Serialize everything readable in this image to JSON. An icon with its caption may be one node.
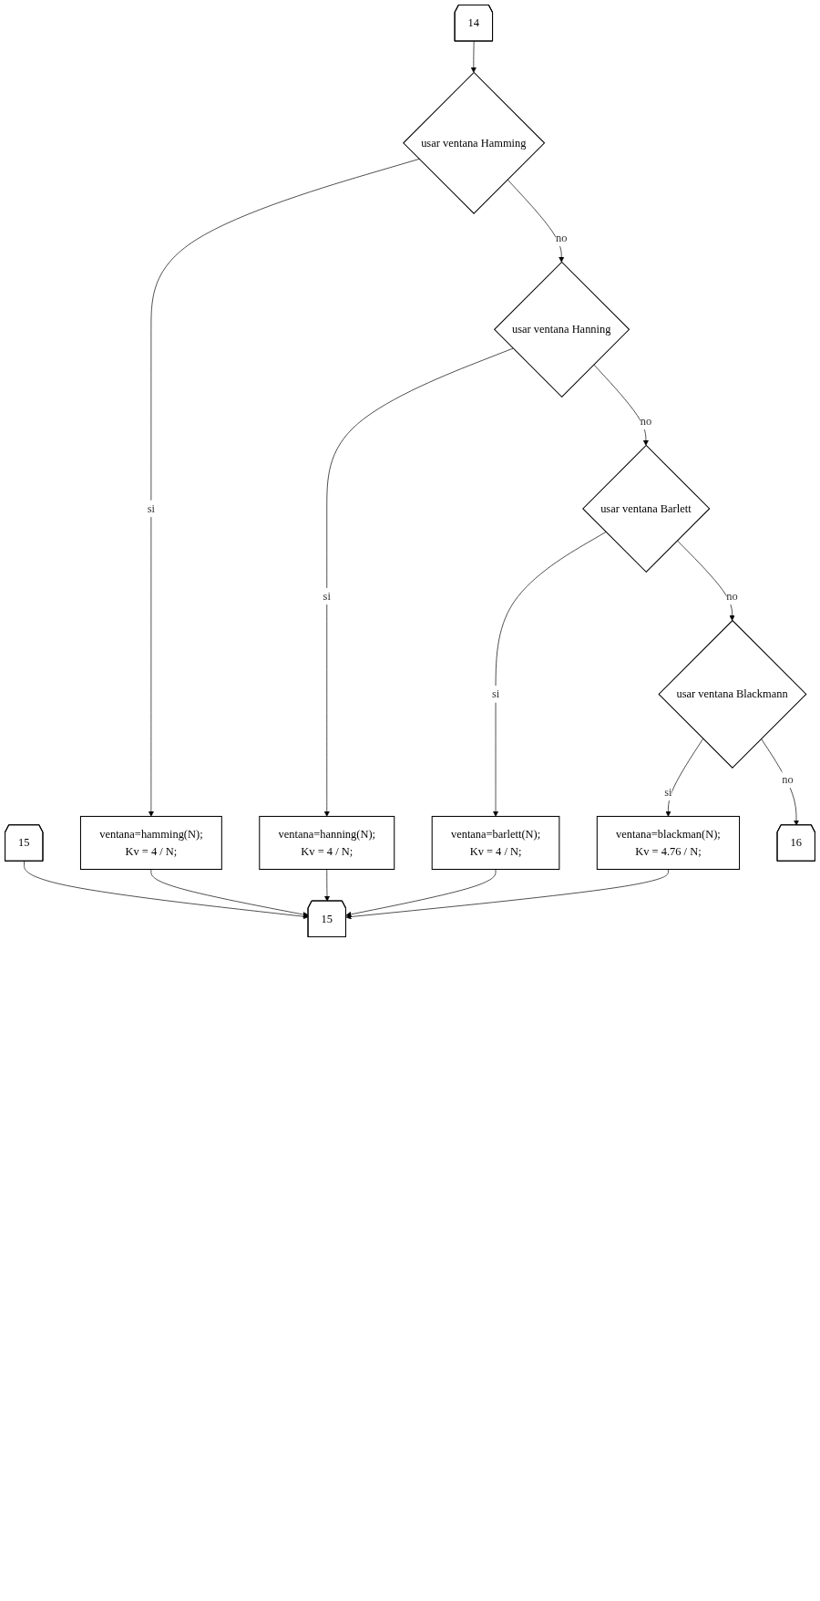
{
  "diagram": {
    "nodes": [
      {
        "text": [
          "14"
        ]
      },
      {
        "text": [
          "15"
        ]
      },
      {
        "text": [
          "usar ventana Hamming"
        ]
      },
      {
        "text": [
          "ventana=hamming(N);",
          "Kv = 4 / N;"
        ]
      },
      {
        "text": [
          "usar ventana Hanning"
        ]
      },
      {
        "text": [
          "ventana=hanning(N);",
          "Kv = 4 / N;"
        ]
      },
      {
        "text": [
          "usar ventana Barlett"
        ]
      },
      {
        "text": [
          "ventana=barlett(N);",
          "Kv = 4 / N;"
        ]
      },
      {
        "text": [
          "usar ventana Blackmann"
        ]
      },
      {
        "text": [
          "ventana=blackman(N);",
          "Kv = 4.76 / N;"
        ]
      },
      {
        "text": [
          "16"
        ]
      },
      {
        "text": [
          "15"
        ]
      }
    ],
    "edges": [
      {
        "from": 0,
        "to": 2,
        "arrow": "to"
      },
      {
        "from": 2,
        "to": 3,
        "label": "si",
        "arrow": "to"
      },
      {
        "from": 2,
        "to": 4,
        "label": "no",
        "arrow": "to"
      },
      {
        "from": 4,
        "to": 5,
        "label": "si",
        "arrow": "to"
      },
      {
        "from": 4,
        "to": 6,
        "label": "no",
        "arrow": "to"
      },
      {
        "from": 6,
        "to": 7,
        "label": "si",
        "arrow": "to"
      },
      {
        "from": 6,
        "to": 8,
        "label": "no",
        "arrow": "to"
      },
      {
        "from": 8,
        "to": 9,
        "label": "si",
        "arrow": "to"
      },
      {
        "from": 8,
        "to": 10,
        "label": "no",
        "arrow": "to"
      },
      {
        "from": 1,
        "to": 11,
        "arrow": "to"
      },
      {
        "from": 3,
        "to": 11,
        "arrow": "to"
      },
      {
        "from": 5,
        "to": 11,
        "arrow": "to"
      },
      {
        "from": 7,
        "to": 11,
        "arrow": "to"
      },
      {
        "from": 9,
        "to": 11,
        "arrow": "to"
      }
    ]
  }
}
